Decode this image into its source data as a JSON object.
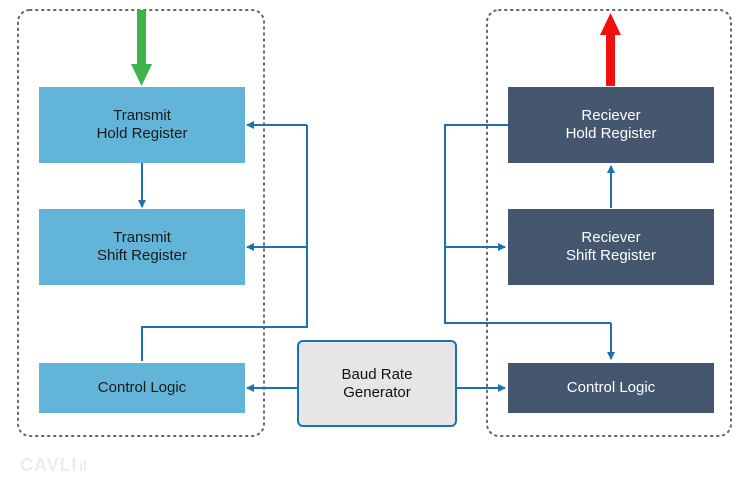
{
  "transmitter": {
    "hold_register": {
      "line1": "Transmit",
      "line2": "Hold Register"
    },
    "shift_register": {
      "line1": "Transmit",
      "line2": "Shift Register"
    },
    "control_logic": "Control Logic"
  },
  "receiver": {
    "hold_register": {
      "line1": "Reciever",
      "line2": "Hold Register"
    },
    "shift_register": {
      "line1": "Reciever",
      "line2": "Shift Register"
    },
    "control_logic": "Control Logic"
  },
  "baud_rate_generator": {
    "line1": "Baud Rate",
    "line2": "Generator"
  },
  "watermark": "CAVLI",
  "colors": {
    "transmit_box": "#62b5d8",
    "receive_box": "#44576f",
    "connector": "#1a73b0",
    "input_arrow": "#3db34a",
    "output_arrow": "#f01010",
    "baud_box_fill": "#e6e6e6"
  }
}
